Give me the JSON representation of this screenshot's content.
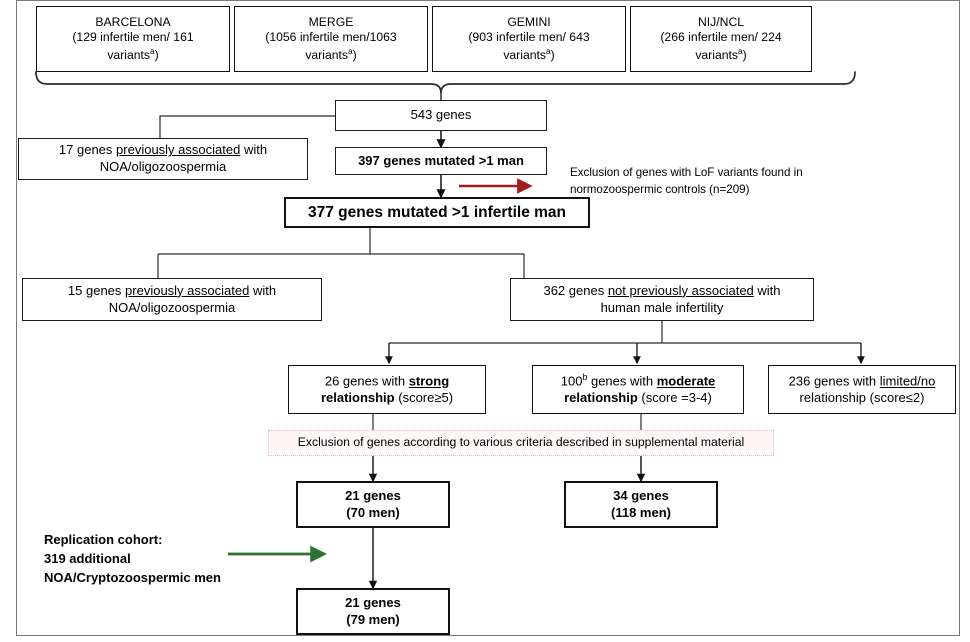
{
  "figure": {
    "title": "Gene filtering and prioritization flowchart",
    "accent_red": "#a51c1c",
    "accent_green": "#2c7230",
    "exclusion_box_border": "#e8b9b9"
  },
  "cohorts": [
    {
      "name": "BARCELONA",
      "detail_line1": "(129 infertile men/ 161",
      "detail_line2": "variants",
      "superscript": "a",
      "detail_suffix": ")"
    },
    {
      "name": "MERGE",
      "detail_line1": "(1056 infertile men/1063",
      "detail_line2": "variants",
      "superscript": "a",
      "detail_suffix": ")"
    },
    {
      "name": "GEMINI",
      "detail_line1": "(903 infertile men/ 643",
      "detail_line2": "variants",
      "superscript": "a",
      "detail_suffix": ")"
    },
    {
      "name": "NIJ/NCL",
      "detail_line1": "(266 infertile men/ 224",
      "detail_line2": "variants",
      "superscript": "a",
      "detail_suffix": ")"
    }
  ],
  "nodes": {
    "total_genes": "543 genes",
    "mutated_1man": "397 genes mutated >1 man",
    "mutated_1infertile": "377 genes mutated >1 infertile man",
    "prev_assoc_17": {
      "pre": "17 genes ",
      "underlined": "previously associated",
      "post": " with",
      "line2": "NOA/oligozoospermia"
    },
    "prev_assoc_15": {
      "pre": "15 genes ",
      "underlined": "previously associated",
      "post": " with",
      "line2": "NOA/oligozoospermia"
    },
    "not_prev_assoc_362": {
      "pre": "362 genes ",
      "underlined": "not previously associated",
      "post": " with",
      "line2": "human male infertility"
    },
    "strong": {
      "count": "26",
      "sup": "",
      "mid": " genes  with ",
      "strength": "strong",
      "line2_pre": "relationship ",
      "line2_score": "(score≥5)"
    },
    "moderate": {
      "count": "100",
      "sup": "b",
      "mid": " genes  with ",
      "strength": "moderate",
      "line2_pre": "relationship ",
      "line2_score": "(score =3-4)"
    },
    "limited": {
      "count": "236",
      "sup": "",
      "mid": " genes  with ",
      "strength": "limited/no",
      "line2_pre": "relationship ",
      "line2_score": "(score≤2)"
    },
    "final_strong": {
      "line1": "21 genes",
      "line2": "(70 men)"
    },
    "final_moderate": {
      "line1": "34 genes",
      "line2": "(118 men)"
    },
    "final_replication": {
      "line1": "21 genes",
      "line2": "(79 men)"
    }
  },
  "annotations": {
    "lof_exclusion": {
      "line1": "Exclusion of genes with LoF variants found in",
      "line2": "normozoospermic controls (n=209)"
    },
    "criteria_exclusion": "Exclusion of genes according to various criteria described in supplemental material",
    "replication_cohort": {
      "line1": "Replication cohort:",
      "line2": "319 additional",
      "line3": "NOA/Cryptozoospermic men"
    }
  }
}
